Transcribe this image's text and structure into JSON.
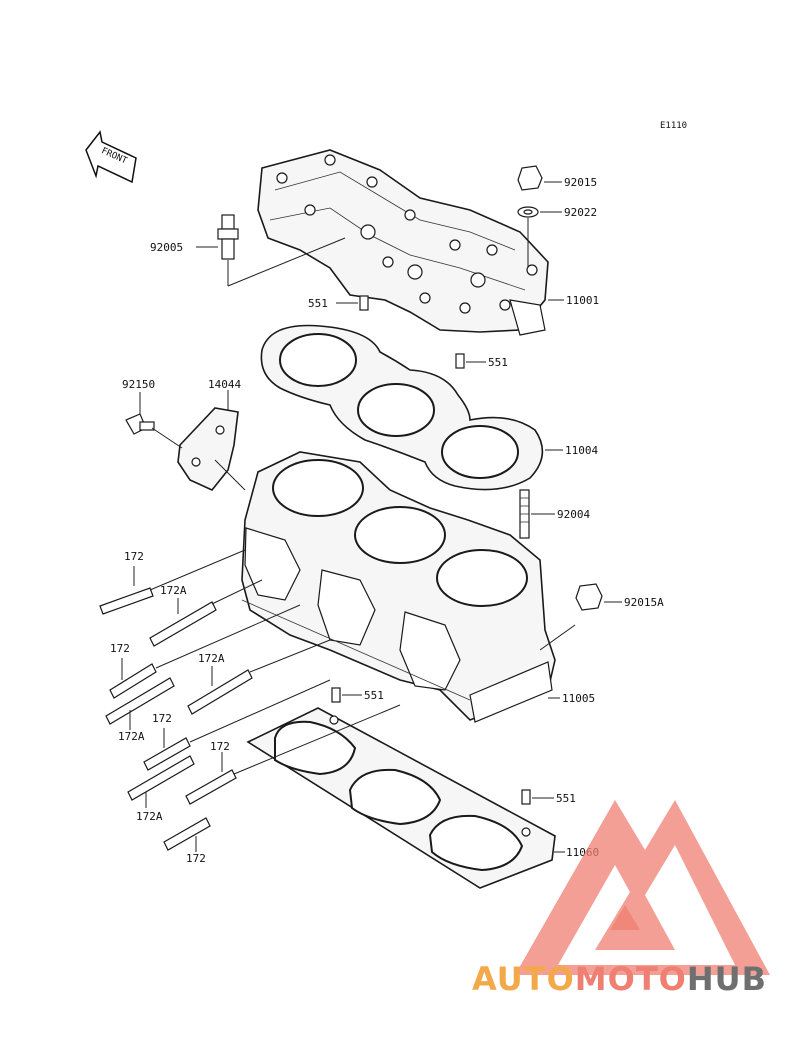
{
  "diagram_code": "E1110",
  "front_label": "FRONT",
  "callouts": {
    "c92015": "92015",
    "c92022": "92022",
    "c92005": "92005",
    "c11001": "11001",
    "c551_a": "551",
    "c551_b": "551",
    "c92150": "92150",
    "c14044": "14044",
    "c11004": "11004",
    "c92004": "92004",
    "c172_a": "172",
    "c172A_a": "172A",
    "c172_b": "172",
    "c172A_b": "172A",
    "c92015A": "92015A",
    "c172A_c": "172A",
    "c172_c": "172",
    "c551_c": "551",
    "c11005": "11005",
    "c172_d": "172",
    "c172A_d": "172A",
    "c551_d": "551",
    "c11060": "11060",
    "c172_e": "172"
  },
  "watermark": {
    "part1": "AUTO",
    "part2": "MOTO",
    "part3": "HUB",
    "colors": {
      "orange": "#f3a94a",
      "salmon": "#ef7f72",
      "gray": "#6f6f6f"
    }
  }
}
